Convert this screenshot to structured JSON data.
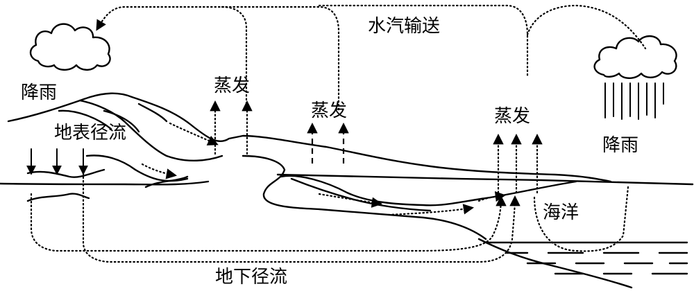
{
  "labels": {
    "vapor_transport": "水汽输送",
    "rain_left": "降雨",
    "rain_right": "降雨",
    "evap_1": "蒸发",
    "evap_2": "蒸发",
    "evap_3": "蒸发",
    "surface_runoff": "地表径流",
    "groundwater_flow": "地下径流",
    "ocean": "海洋"
  }
}
